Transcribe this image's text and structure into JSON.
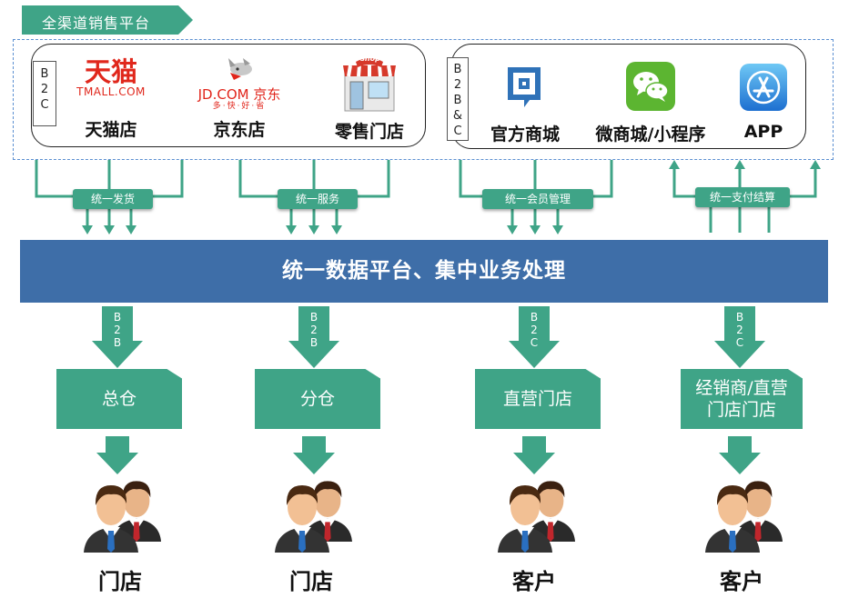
{
  "header": {
    "title": "全渠道销售平台"
  },
  "b2c_group": {
    "tag": [
      "B",
      "2",
      "C"
    ],
    "channels": [
      {
        "logo_text": "天猫",
        "logo_sub": "TMALL.COM",
        "label": "天猫店"
      },
      {
        "logo_text": "JD.COM 京东",
        "logo_sub": "多·快·好·省",
        "label": "京东店"
      },
      {
        "logo_text": "shop",
        "label": "零售门店"
      }
    ]
  },
  "b2b2c_group": {
    "tag": [
      "B",
      "2",
      "B",
      "&",
      "C"
    ],
    "channels": [
      {
        "label": "官方商城"
      },
      {
        "label": "微商城/小程序"
      },
      {
        "label": "APP"
      }
    ]
  },
  "connectors": [
    "统一发货",
    "统一服务",
    "统一会员管理",
    "统一支付结算"
  ],
  "platform": {
    "label": "统一数据平台、集中业务处理"
  },
  "distribution": [
    {
      "arrow": [
        "B",
        "2",
        "B"
      ],
      "label": "总仓",
      "customer": "门店"
    },
    {
      "arrow": [
        "B",
        "2",
        "B"
      ],
      "label": "分仓",
      "customer": "门店"
    },
    {
      "arrow": [
        "B",
        "2",
        "C"
      ],
      "label": "直营门店",
      "customer": "客户"
    },
    {
      "arrow": [
        "B",
        "2",
        "C"
      ],
      "label": "经销商/直营门店门店",
      "customer": "客户"
    }
  ],
  "colors": {
    "green": "#3fa487",
    "blue": "#3e6ea8",
    "tmall_red": "#e0271c",
    "jd_red": "#e1251b"
  }
}
